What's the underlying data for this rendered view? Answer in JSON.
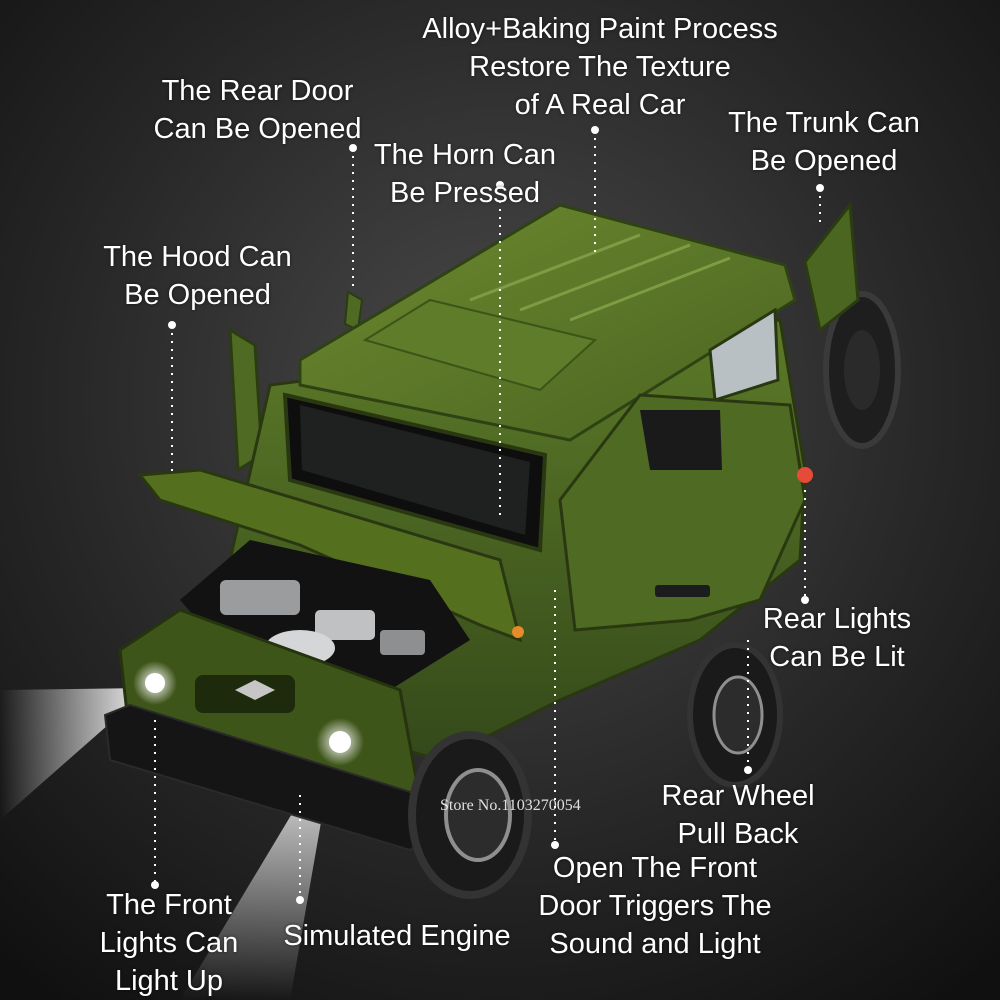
{
  "labels": {
    "alloy": {
      "l1": "Alloy+Baking Paint Process",
      "l2": "Restore The Texture",
      "l3": "of A Real Car"
    },
    "rear_door": {
      "l1": "The Rear Door",
      "l2": "Can Be Opened"
    },
    "trunk": {
      "l1": "The Trunk Can",
      "l2": "Be Opened"
    },
    "horn": {
      "l1": "The Horn Can",
      "l2": "Be Pressed"
    },
    "hood": {
      "l1": "The Hood Can",
      "l2": "Be Opened"
    },
    "rear_lights": {
      "l1": "Rear Lights",
      "l2": "Can Be Lit"
    },
    "rear_wheel": {
      "l1": "Rear Wheel",
      "l2": "Pull Back"
    },
    "front_door": {
      "l1": "Open The Front",
      "l2": "Door Triggers The",
      "l3": "Sound and Light"
    },
    "engine": {
      "l1": "Simulated Engine"
    },
    "front_lights": {
      "l1": "The Front",
      "l2": "Lights Can",
      "l3": "Light Up"
    }
  },
  "watermark": "Store No.1103270054",
  "colors": {
    "body_green": "#4f6a22",
    "background": "#1c1c1c",
    "label_text": "#ffffff"
  }
}
